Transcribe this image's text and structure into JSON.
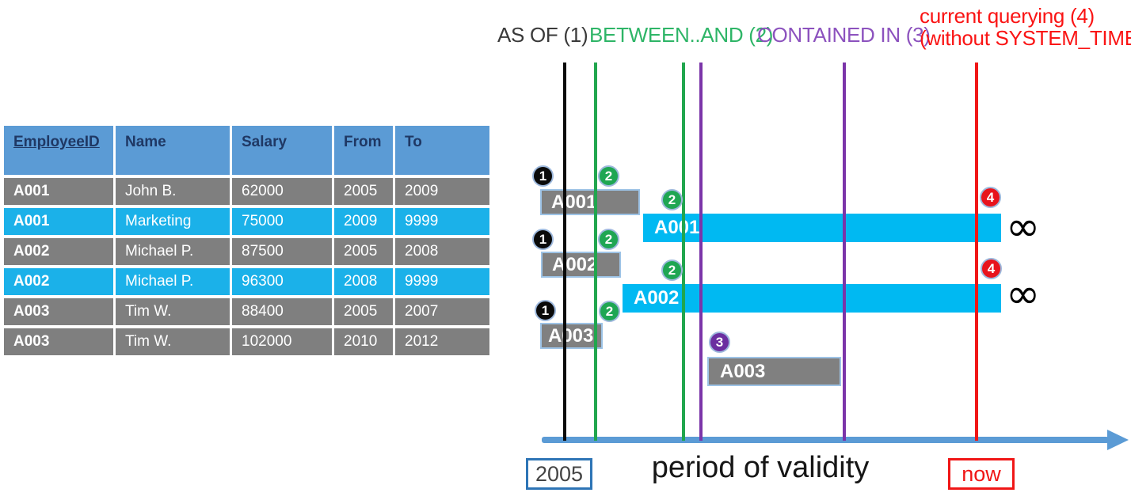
{
  "table": {
    "headers": [
      "EmployeeID",
      "Name",
      "Salary",
      "From",
      "To"
    ],
    "rows": [
      {
        "cells": [
          "A001",
          "John B.",
          "62000",
          "2005",
          "2009"
        ],
        "state": "history"
      },
      {
        "cells": [
          "A001",
          "Marketing",
          "75000",
          "2009",
          "9999"
        ],
        "state": "current"
      },
      {
        "cells": [
          "A002",
          "Michael P.",
          "87500",
          "2005",
          "2008"
        ],
        "state": "history"
      },
      {
        "cells": [
          "A002",
          "Michael P.",
          "96300",
          "2008",
          "9999"
        ],
        "state": "current"
      },
      {
        "cells": [
          "A003",
          "Tim W.",
          "88400",
          "2005",
          "2007"
        ],
        "state": "history"
      },
      {
        "cells": [
          "A003",
          "Tim W.",
          "102000",
          "2010",
          "2012"
        ],
        "state": "history"
      }
    ]
  },
  "legend": {
    "as_of": "AS OF (1)",
    "between_and": "BETWEEN..AND (2)",
    "contained_in": "CONTAINED IN (3)",
    "current_querying_line1": "current querying (4)",
    "current_querying_line2": "(without SYSTEM_TIME)"
  },
  "diagram": {
    "bars": [
      {
        "label": "A001",
        "kind": "history"
      },
      {
        "label": "A001",
        "kind": "current"
      },
      {
        "label": "A002",
        "kind": "history"
      },
      {
        "label": "A002",
        "kind": "current"
      },
      {
        "label": "A003",
        "kind": "history"
      },
      {
        "label": "A003",
        "kind": "history"
      }
    ],
    "badges": [
      {
        "n": "1"
      },
      {
        "n": "2"
      },
      {
        "n": "2"
      },
      {
        "n": "1"
      },
      {
        "n": "2"
      },
      {
        "n": "2"
      },
      {
        "n": "1"
      },
      {
        "n": "2"
      },
      {
        "n": "3"
      },
      {
        "n": "4"
      },
      {
        "n": "4"
      }
    ],
    "infinity": "∞",
    "axis": {
      "start_label": "2005",
      "title": "period of validity",
      "now_label": "now"
    }
  },
  "colors": {
    "header_blue": "#5B9BD5",
    "header_text": "#1F3864",
    "row_gray": "#7F7F7F",
    "row_blue": "#1BB1E9",
    "bar_gray": "#808080",
    "bar_blue": "#00B9F2",
    "bar_border": "#9DC3E6",
    "green_line": "#21A64E",
    "green_label": "#2EB567",
    "purple_line": "#7B35A9",
    "purple_label": "#8C52BE",
    "red": "#F01616",
    "axis_blue": "#5B9BD5",
    "year_box_border": "#2E75B6"
  }
}
